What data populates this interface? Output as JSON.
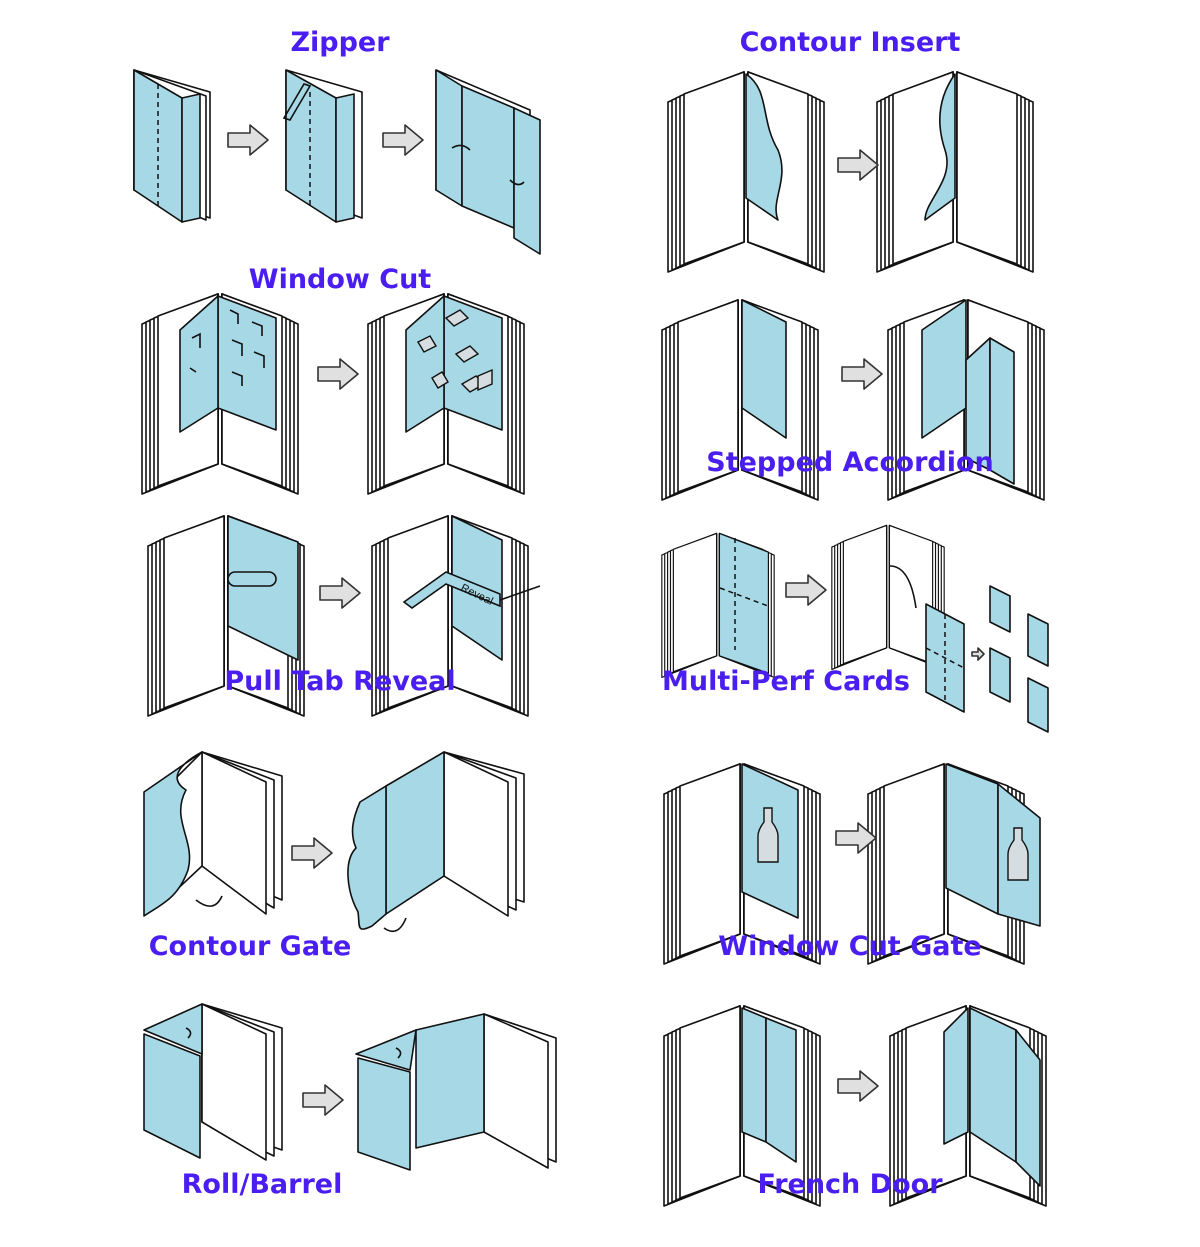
{
  "folds": [
    {
      "title": "Zipper"
    },
    {
      "title": "Contour Insert"
    },
    {
      "title": "Window Cut"
    },
    {
      "title": "Stepped Accordion"
    },
    {
      "title": "Pull Tab Reveal"
    },
    {
      "title": "Multi-Perf Cards"
    },
    {
      "title": "Contour Gate"
    },
    {
      "title": "Window Cut Gate"
    },
    {
      "title": "Roll/Barrel"
    },
    {
      "title": "French Door"
    }
  ],
  "pull_tab_text": "Reveal",
  "colors": {
    "title": "#4a1ef0",
    "panel_blue": "#a7d8e6",
    "arrow_fill": "#e0e0e0",
    "outline": "#111111"
  }
}
